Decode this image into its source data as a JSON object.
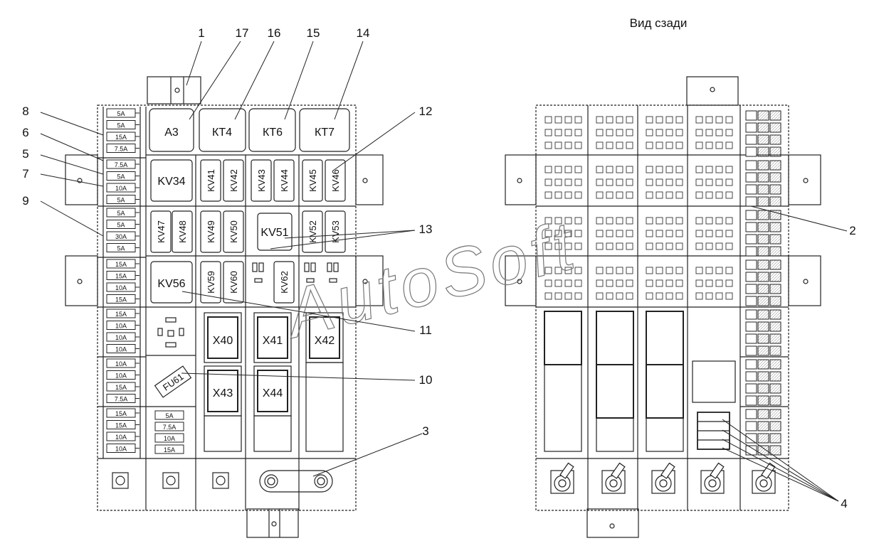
{
  "rear_view_title": "Вид сзади",
  "watermark": "AutoSoft",
  "callouts": [
    "1",
    "17",
    "16",
    "15",
    "14",
    "12",
    "8",
    "6",
    "5",
    "7",
    "9",
    "13",
    "11",
    "10",
    "3",
    "2",
    "4"
  ],
  "top_modules": [
    "А3",
    "КТ4",
    "КТ6",
    "КТ7"
  ],
  "relays": {
    "row1": [
      "KV34",
      "KV41",
      "KV42",
      "KV43",
      "KV44",
      "KV45",
      "KV46"
    ],
    "row2": [
      "KV47",
      "KV48",
      "KV49",
      "KV50",
      "KV51",
      "KV52",
      "KV53"
    ],
    "row3": [
      "KV56",
      "KV59",
      "KV60",
      "KV62"
    ]
  },
  "connectors": [
    "X40",
    "X41",
    "X42",
    "X43",
    "X44"
  ],
  "fuse_fu61": "FU61",
  "fuses_left": [
    "5A",
    "5A",
    "15A",
    "7.5A",
    "7.5A",
    "5A",
    "10A",
    "5A",
    "5A",
    "5A",
    "30A",
    "5A",
    "15A",
    "15A",
    "10A",
    "15A",
    "15A",
    "10A",
    "10A",
    "10A",
    "10A",
    "10A",
    "15A",
    "7.5A",
    "15A",
    "15A",
    "10A",
    "10A"
  ],
  "fuses_bottom": [
    "5A",
    "7.5A",
    "10A",
    "15A"
  ],
  "colors": {
    "line": "#222222",
    "background": "#ffffff",
    "watermark": "#777777"
  }
}
